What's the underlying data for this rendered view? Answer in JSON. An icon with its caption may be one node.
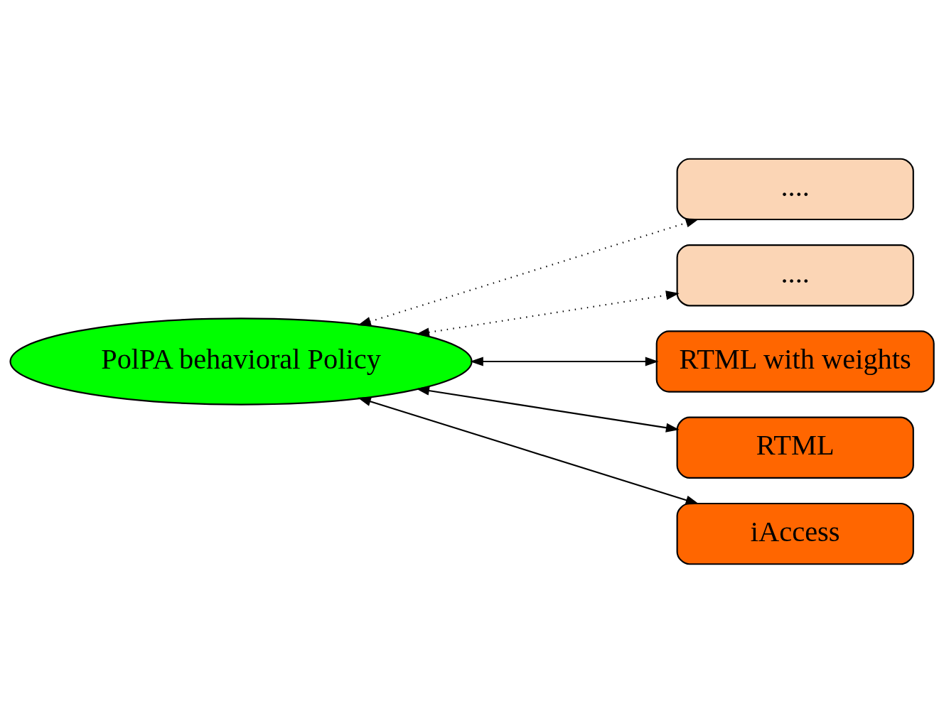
{
  "diagram": {
    "nodes": [
      {
        "text": [
          "PolPA behavioral Policy"
        ]
      },
      {
        "text": [
          "...."
        ]
      },
      {
        "text": [
          "...."
        ]
      },
      {
        "text": [
          "RTML with weights"
        ]
      },
      {
        "text": [
          "RTML"
        ]
      },
      {
        "text": [
          "iAccess"
        ]
      }
    ],
    "edges": [
      {
        "from": 0,
        "to": 1,
        "arrow": "both",
        "style": "dashed"
      },
      {
        "from": 0,
        "to": 2,
        "arrow": "both",
        "style": "dashed"
      },
      {
        "from": 0,
        "to": 3,
        "arrow": "both"
      },
      {
        "from": 0,
        "to": 4,
        "arrow": "both"
      },
      {
        "from": 0,
        "to": 5,
        "arrow": "both"
      }
    ]
  }
}
